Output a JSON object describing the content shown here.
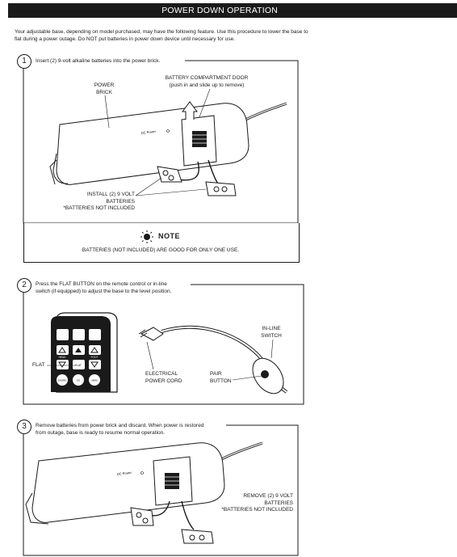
{
  "header": {
    "title": "POWER DOWN OPERATION"
  },
  "intro": "Your adjustable base, depending on model purchased, may have the following feature. Use this procedure to lower the base to flat during a power outage. Do NOT put batteries in power down device until necessary for use.",
  "step1": {
    "number": "1",
    "text": "Insert (2) 9-volt alkaline batteries into the power brick.",
    "labels": {
      "power_brick": "POWER\nBRICK",
      "battery_door": "BATTERY COMPARTMENT DOOR\n(push in and slide up to remove)",
      "install": "INSTALL (2) 9 VOLT\nBATTERIES\n*BATTERIES NOT INCLUDED"
    }
  },
  "note": {
    "title": "NOTE",
    "text": "BATTERIES (NOT INCLUDED) ARE GOOD FOR ONLY ONE USE."
  },
  "step2": {
    "number": "2",
    "text": "Press the FLAT BUTTON on the remote control or in-line\nswitch (if equipped) to adjust the base to the level position.",
    "labels": {
      "flat": "FLAT",
      "in_line_switch": "IN-LINE\nSWITCH",
      "electrical_cord": "ELECTRICAL\nPOWER CORD",
      "pair_button": "PAIR\nBUTTON"
    },
    "remote": {
      "head": "HEAD",
      "foot": "FOOT",
      "flat": "FLAT",
      "snore": "SNORE",
      "zg": "ZG",
      "mem": "MEM"
    }
  },
  "step3": {
    "number": "3",
    "text": "Remove batteries from power brick and discard. When power is restored\nfrom outage, base is ready to resume normal operation.",
    "labels": {
      "remove": "REMOVE (2) 9 VOLT\nBATTERIES\n*BATTERIES NOT INCLUDED"
    }
  },
  "brick_marking": "DC Power"
}
